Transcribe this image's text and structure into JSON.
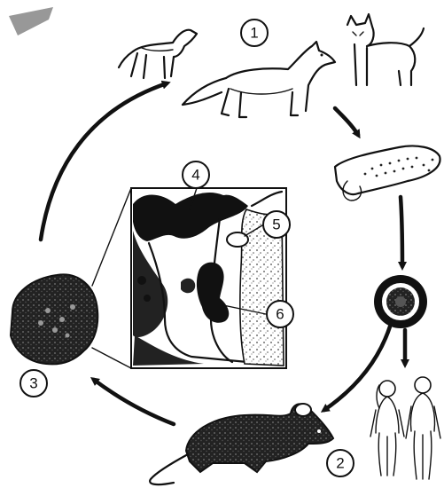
{
  "diagram": {
    "stage_labels": [
      {
        "id": "stage-1",
        "text": "1"
      },
      {
        "id": "stage-2",
        "text": "2"
      },
      {
        "id": "stage-3",
        "text": "3"
      }
    ],
    "detail_labels": [
      {
        "id": "detail-4",
        "text": "4"
      },
      {
        "id": "detail-5",
        "text": "5"
      },
      {
        "id": "detail-6",
        "text": "6"
      }
    ],
    "icons": [
      "dog-icon",
      "fox-icon",
      "cat-icon",
      "tapeworm-segment-icon",
      "egg-icon",
      "humans-icon",
      "mouse-icon",
      "liver-lesion-icon",
      "microscopic-section-icon"
    ]
  }
}
